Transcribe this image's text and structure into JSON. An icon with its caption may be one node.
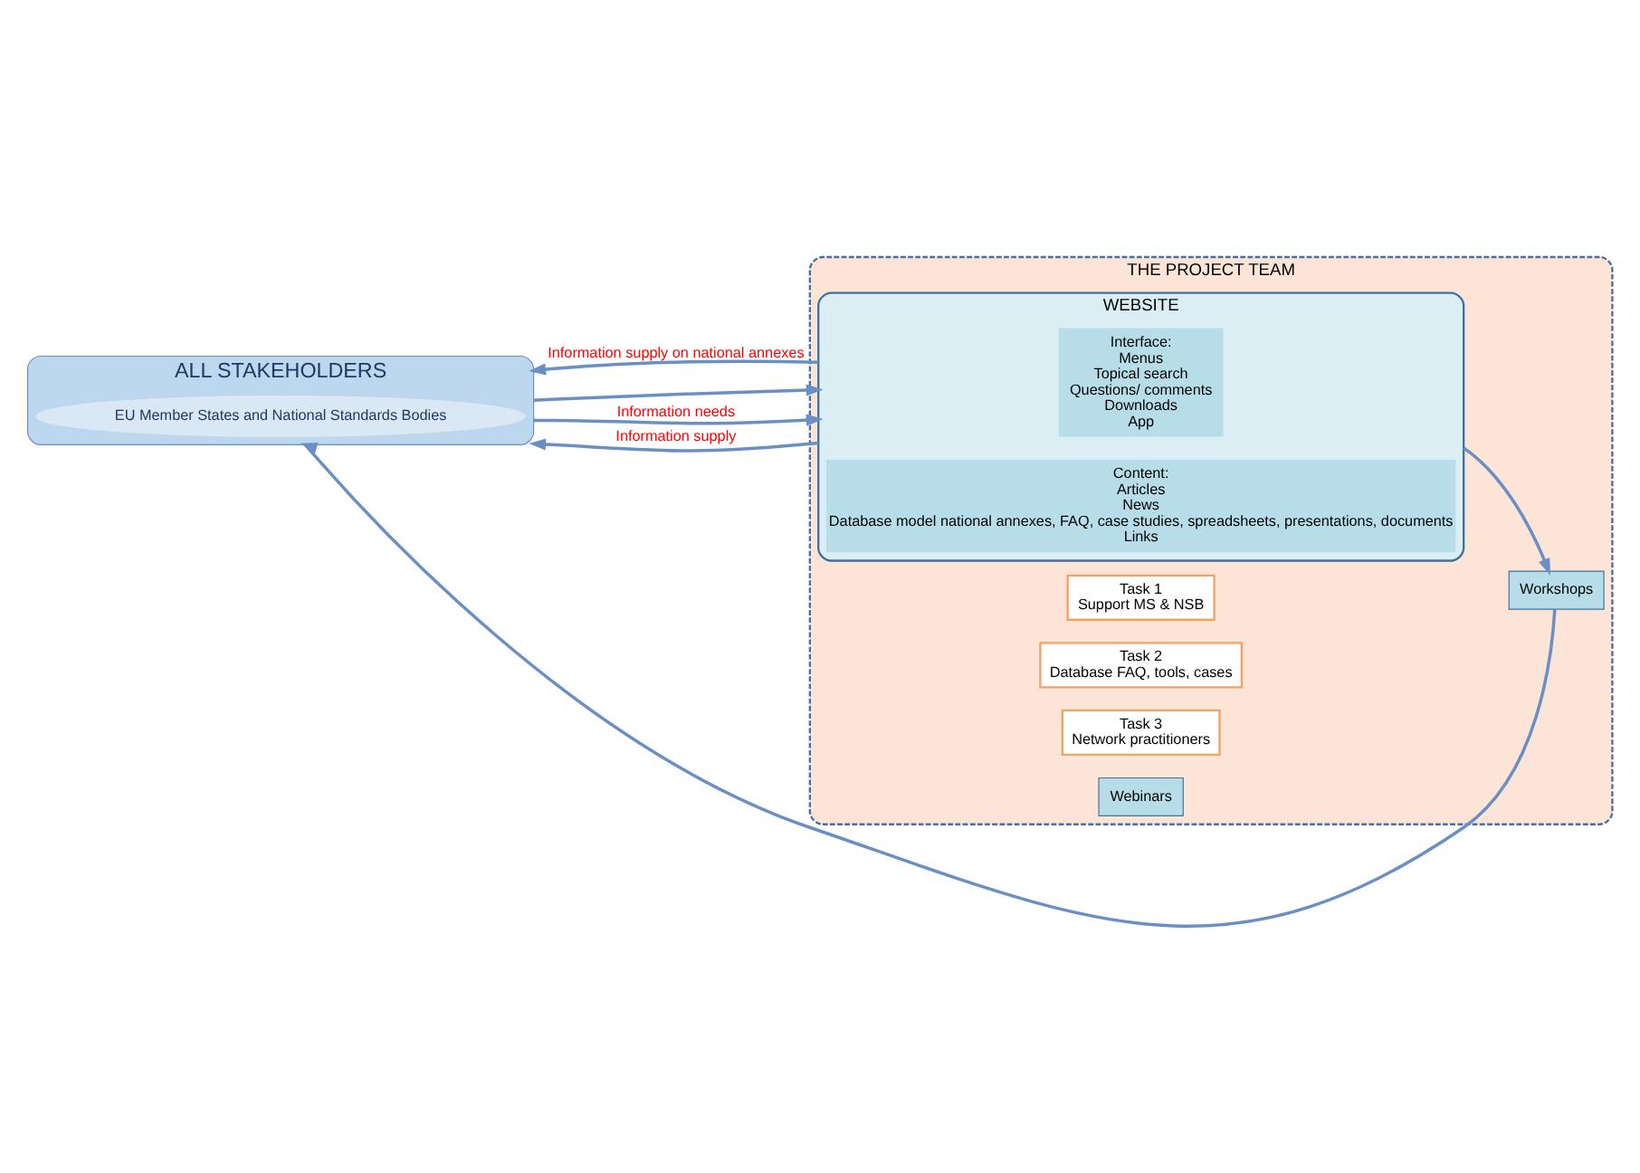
{
  "diagram": {
    "nodes": [
      {
        "text": [
          "THE PROJECT TEAM"
        ]
      },
      {
        "text": [
          "ALL STAKEHOLDERS"
        ]
      },
      {
        "text": [
          "EU Member States and National Standards Bodies"
        ],
        "in": 1
      },
      {
        "text": [
          "Task 1",
          "Support MS & NSB"
        ],
        "in": 0
      },
      {
        "text": [
          "WEBSITE"
        ],
        "in": 0
      },
      {
        "text": [
          "Interface:",
          "Menus",
          "Topical search",
          "Questions/ comments",
          "Downloads",
          "App"
        ],
        "in": 4
      },
      {
        "text": [
          "Content:",
          "Articles",
          "News",
          "Database model national annexes, FAQ, case studies, spreadsheets, presentations, documents",
          "Links"
        ],
        "in": 4
      },
      {
        "text": [
          "Task 2",
          "Database FAQ, tools, cases"
        ],
        "in": 0
      },
      {
        "text": [
          "Task 3",
          "Network practitioners"
        ],
        "in": 0
      },
      {
        "text": [
          "Webinars"
        ],
        "in": 0
      },
      {
        "text": [
          "Workshops"
        ],
        "in": 0
      }
    ],
    "edges": [
      {
        "from": 4,
        "to": 1,
        "arrow": "to",
        "label": "Information supply on national annexes"
      },
      {
        "from": 1,
        "to": 4,
        "arrow": "to"
      },
      {
        "from": 1,
        "to": 4,
        "arrow": "to",
        "label": "Information needs"
      },
      {
        "from": 4,
        "to": 1,
        "arrow": "to",
        "label": "Information supply"
      },
      {
        "from": 4,
        "to": 10,
        "arrow": "to"
      },
      {
        "from": 10,
        "to": 1,
        "arrow": "to"
      }
    ]
  }
}
